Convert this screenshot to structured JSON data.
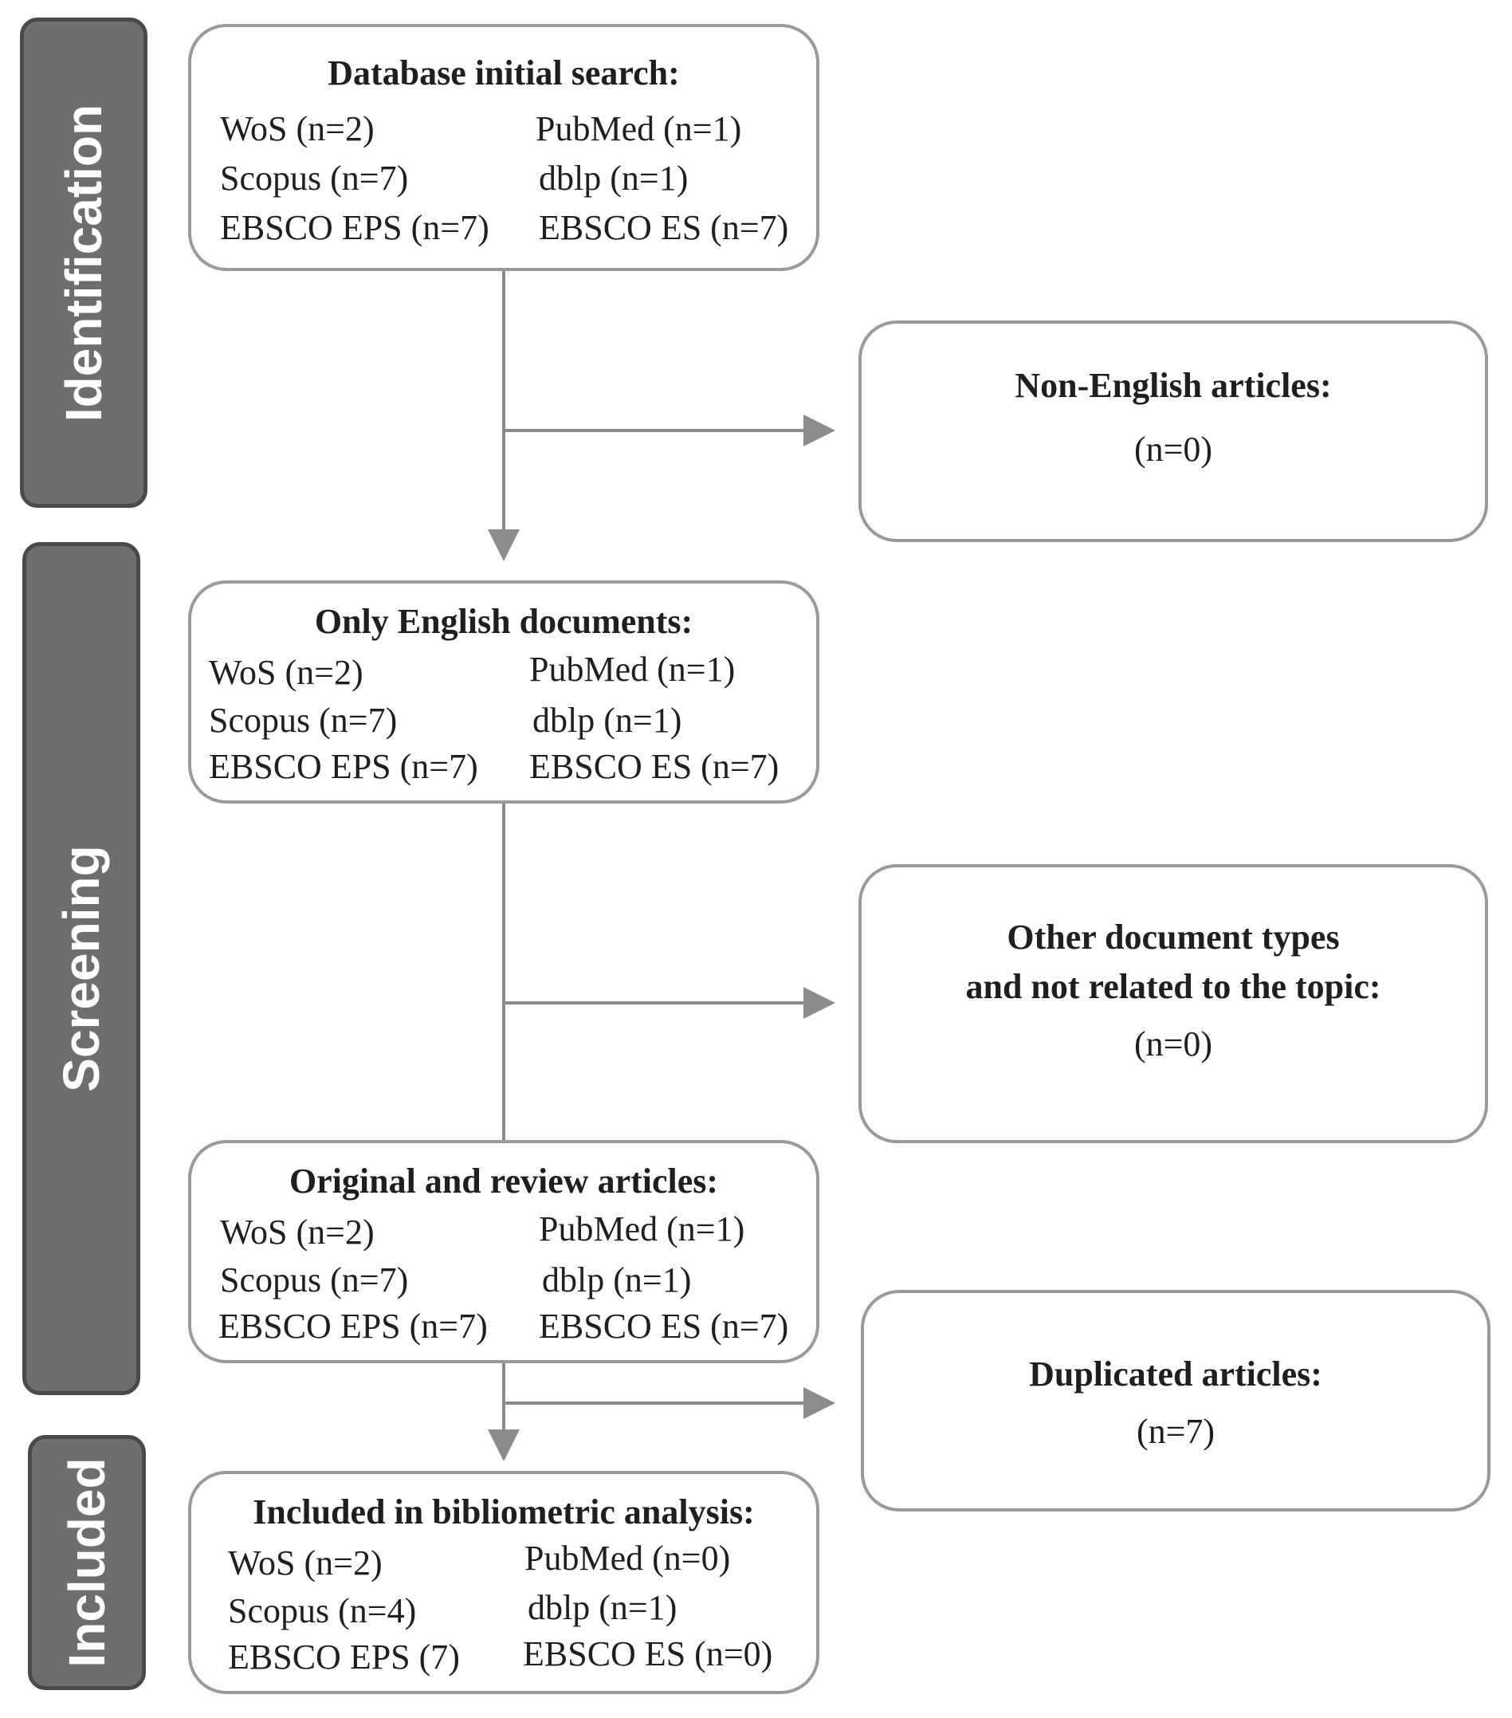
{
  "stages": {
    "identification": "Identification",
    "screening": "Screening",
    "included": "Included"
  },
  "boxes": {
    "initial_search": {
      "title": "Database initial search:",
      "sources": [
        "WoS (n=2)",
        "PubMed (n=1)",
        "Scopus (n=7)",
        "dblp (n=1)",
        "EBSCO EPS (n=7)",
        "EBSCO ES (n=7)"
      ]
    },
    "english_only": {
      "title": "Only English documents:",
      "sources": [
        "WoS (n=2)",
        "PubMed (n=1)",
        "Scopus (n=7)",
        "dblp (n=1)",
        "EBSCO EPS (n=7)",
        "EBSCO ES (n=7)"
      ]
    },
    "original_review": {
      "title": "Original and review articles:",
      "sources": [
        "WoS (n=2)",
        "PubMed (n=1)",
        "Scopus (n=7)",
        "dblp (n=1)",
        "EBSCO EPS (n=7)",
        "EBSCO ES (n=7)"
      ]
    },
    "included": {
      "title": "Included in bibliometric analysis:",
      "sources": [
        "WoS (n=2)",
        "PubMed (n=0)",
        "Scopus (n=4)",
        "dblp (n=1)",
        "EBSCO EPS (7)",
        "EBSCO ES (n=0)"
      ]
    }
  },
  "exclusions": {
    "non_english": {
      "title": "Non-English articles:",
      "count": "(n=0)"
    },
    "other_types": {
      "title_line1": "Other document types",
      "title_line2": "and not related to the topic:",
      "count": "(n=0)"
    },
    "duplicated": {
      "title": "Duplicated articles:",
      "count": "(n=7)"
    }
  },
  "colors": {
    "stage_fill": "#6e6e6e",
    "stage_border": "#4a4a4a",
    "box_border": "#9a9a9a",
    "connector": "#8c8c8c"
  }
}
